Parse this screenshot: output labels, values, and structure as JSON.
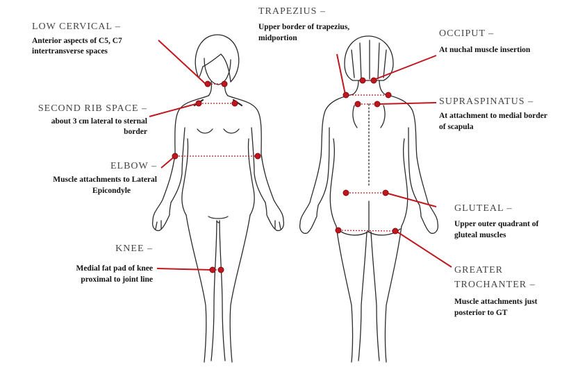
{
  "colors": {
    "marker": "#c0161e",
    "outline": "#2a2a2a",
    "text": "#111111"
  },
  "points": [
    {
      "title": "LOW CERVICAL –",
      "desc": [
        "Anterior aspects of C5, C7",
        "intertransverse spaces"
      ]
    },
    {
      "title": "SECOND RIB SPACE –",
      "desc": [
        "about 3 cm lateral to sternal",
        "border"
      ]
    },
    {
      "title": "ELBOW –",
      "desc": [
        "Muscle attachments to Lateral",
        "Epicondyle"
      ]
    },
    {
      "title": "KNEE –",
      "desc": [
        "Medial fat pad of knee",
        "proximal  to joint line"
      ]
    },
    {
      "title": "TRAPEZIUS –",
      "desc": [
        "Upper border of trapezius,",
        "midportion"
      ]
    },
    {
      "title": "OCCIPUT –",
      "desc": [
        "At nuchal muscle insertion"
      ]
    },
    {
      "title": "SUPRASPINATUS –",
      "desc": [
        "At attachment to medial  border",
        "of scapula"
      ]
    },
    {
      "title": "GLUTEAL –",
      "desc": [
        "Upper outer quadrant of",
        "gluteal muscles"
      ]
    },
    {
      "title": "GREATER",
      "title2": "TROCHANTER –",
      "desc": [
        "Muscle attachments just",
        "posterior to GT"
      ]
    }
  ]
}
